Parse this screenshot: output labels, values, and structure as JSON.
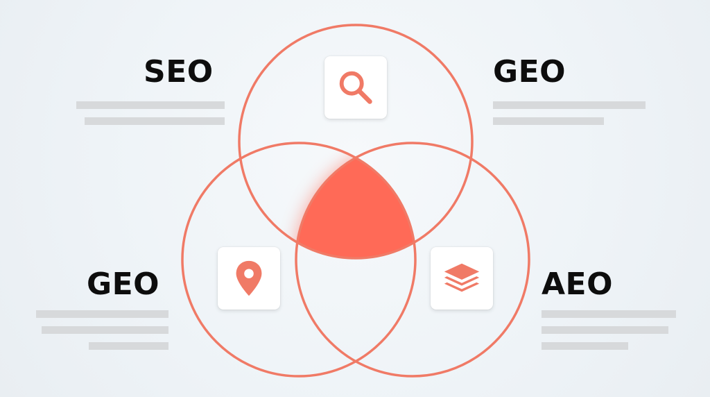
{
  "labels": {
    "top_left": "SEO",
    "top_right": "GEO",
    "bottom_left": "GEO",
    "bottom_right": "AEO"
  },
  "icons": {
    "top": "search-icon",
    "bottom_left": "location-pin-icon",
    "bottom_right": "layers-icon"
  },
  "colors": {
    "accent": "#f07a66",
    "center_fill": "#ff6a57",
    "text": "#0d0d0d",
    "placeholder_lines": "#d7d9db",
    "background": "#eef3f7"
  }
}
